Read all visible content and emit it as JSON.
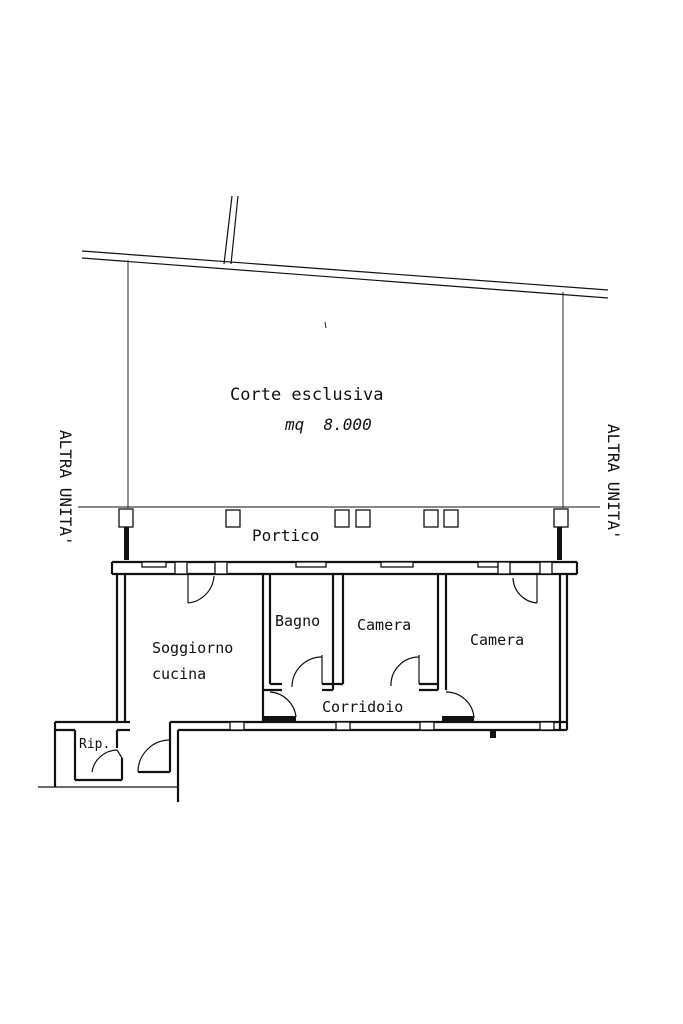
{
  "labels": {
    "court_title": "Corte esclusiva",
    "court_area": "mq  8.000",
    "portico": "Portico",
    "bathroom": "Bagno",
    "bedroom_1": "Camera",
    "bedroom_2": "Camera",
    "living_line_1": "Soggiorno",
    "living_line_2": "cucina",
    "corridor": "Corridoio",
    "storage": "Rip.",
    "neighbor_left": "ALTRA UNITA'",
    "neighbor_right": "ALTRA UNITA'"
  },
  "colors": {
    "ink": "#111111",
    "paper": "#ffffff"
  }
}
